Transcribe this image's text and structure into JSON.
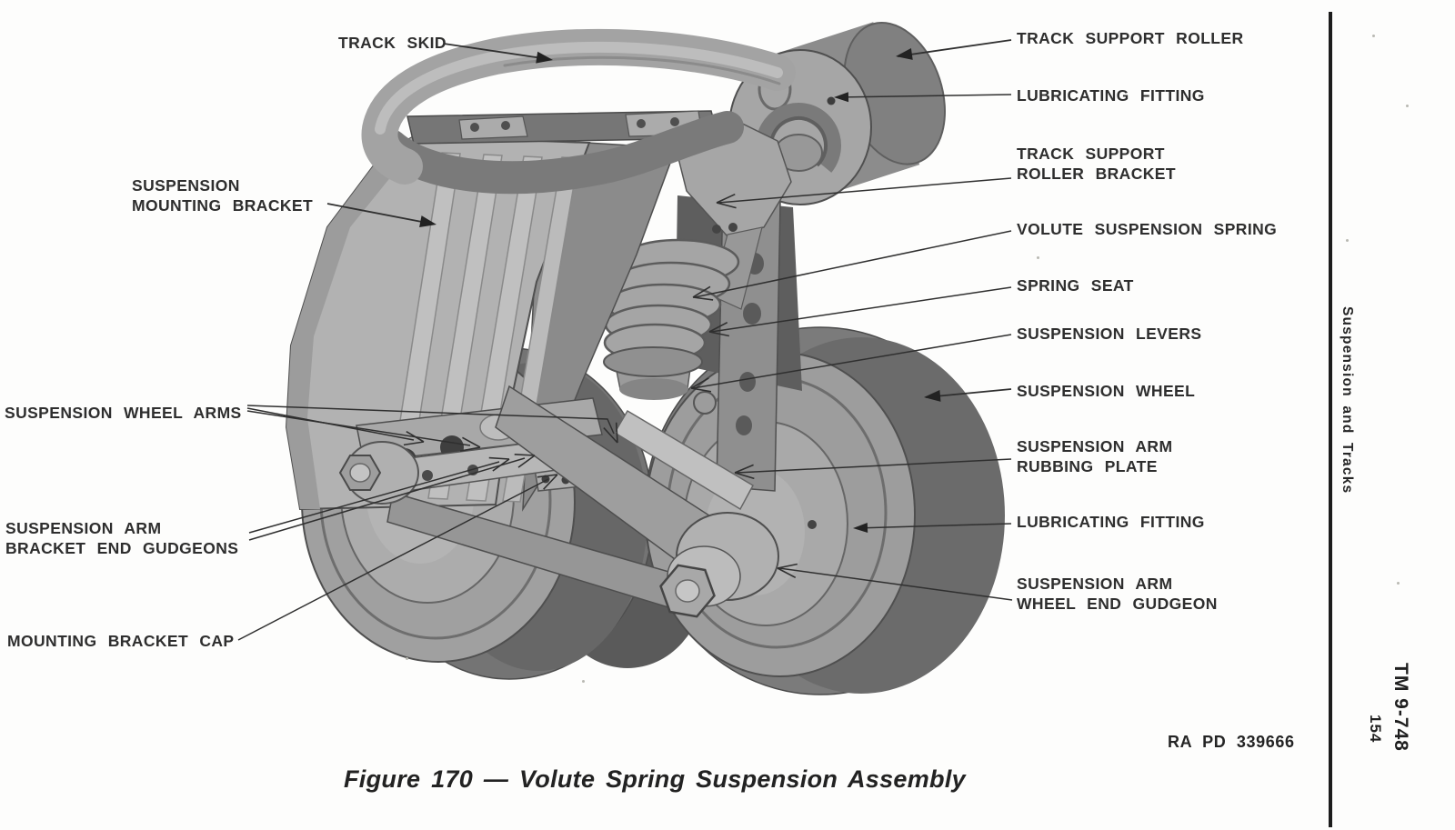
{
  "figure": {
    "caption": "Figure 170 — Volute Spring Suspension Assembly",
    "photo_id": "RA PD 339666"
  },
  "margin": {
    "section_title": "Suspension and Tracks",
    "manual_number": "TM 9-748",
    "page_number": "154"
  },
  "callouts": {
    "left": [
      {
        "id": "track-skid",
        "lines": [
          "TRACK SKID"
        ]
      },
      {
        "id": "suspension-mounting-bracket",
        "lines": [
          "SUSPENSION",
          "MOUNTING BRACKET"
        ]
      },
      {
        "id": "suspension-wheel-arms",
        "lines": [
          "SUSPENSION WHEEL ARMS"
        ]
      },
      {
        "id": "suspension-arm-bracket-end-gudgeons",
        "lines": [
          "SUSPENSION ARM",
          "BRACKET END GUDGEONS"
        ]
      },
      {
        "id": "mounting-bracket-cap",
        "lines": [
          "MOUNTING BRACKET CAP"
        ]
      }
    ],
    "right": [
      {
        "id": "track-support-roller",
        "lines": [
          "TRACK SUPPORT ROLLER"
        ]
      },
      {
        "id": "lubricating-fitting-upper",
        "lines": [
          "LUBRICATING FITTING"
        ]
      },
      {
        "id": "track-support-roller-bracket",
        "lines": [
          "TRACK SUPPORT",
          "ROLLER BRACKET"
        ]
      },
      {
        "id": "volute-suspension-spring",
        "lines": [
          "VOLUTE SUSPENSION SPRING"
        ]
      },
      {
        "id": "spring-seat",
        "lines": [
          "SPRING SEAT"
        ]
      },
      {
        "id": "suspension-levers",
        "lines": [
          "SUSPENSION LEVERS"
        ]
      },
      {
        "id": "suspension-wheel",
        "lines": [
          "SUSPENSION WHEEL"
        ]
      },
      {
        "id": "suspension-arm-rubbing-plate",
        "lines": [
          "SUSPENSION ARM",
          "RUBBING PLATE"
        ]
      },
      {
        "id": "lubricating-fitting-lower",
        "lines": [
          "LUBRICATING FITTING"
        ]
      },
      {
        "id": "suspension-arm-wheel-end-gudgeon",
        "lines": [
          "SUSPENSION ARM",
          "WHEEL END GUDGEON"
        ]
      }
    ]
  },
  "colors": {
    "ink": "#2e2e2e",
    "paper": "#fdfdfc",
    "metal_light": "#b2b2b2",
    "metal_mid": "#9d9d9d",
    "metal_dark": "#6b6b6b",
    "shadow": "#4e4e4e"
  }
}
